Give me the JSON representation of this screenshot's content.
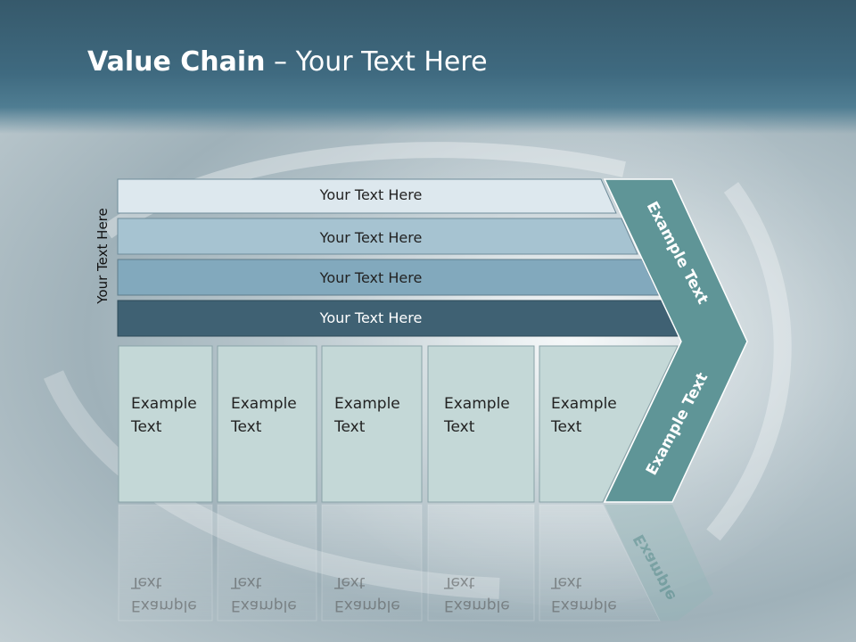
{
  "title": {
    "bold": "Value Chain",
    "rest": " – Your Text Here"
  },
  "side_label": "Your Text Here",
  "bars": [
    {
      "label": "Your Text Here"
    },
    {
      "label": "Your Text Here"
    },
    {
      "label": "Your Text Here"
    },
    {
      "label": "Your Text Here"
    }
  ],
  "cells": [
    {
      "line1": "Example",
      "line2": "Text"
    },
    {
      "line1": "Example",
      "line2": "Text"
    },
    {
      "line1": "Example",
      "line2": "Text"
    },
    {
      "line1": "Example",
      "line2": "Text"
    },
    {
      "line1": "Example",
      "line2": "Text"
    }
  ],
  "chevron": {
    "top_label": "Example Text",
    "bottom_label": "Example Text"
  },
  "colors": {
    "bar_1": "#dde8ee",
    "bar_2": "#a6c3d1",
    "bar_3": "#82a9bd",
    "bar_4": "#3f6173",
    "cell": "#c4d8d7",
    "chevron": "#5f9597"
  }
}
